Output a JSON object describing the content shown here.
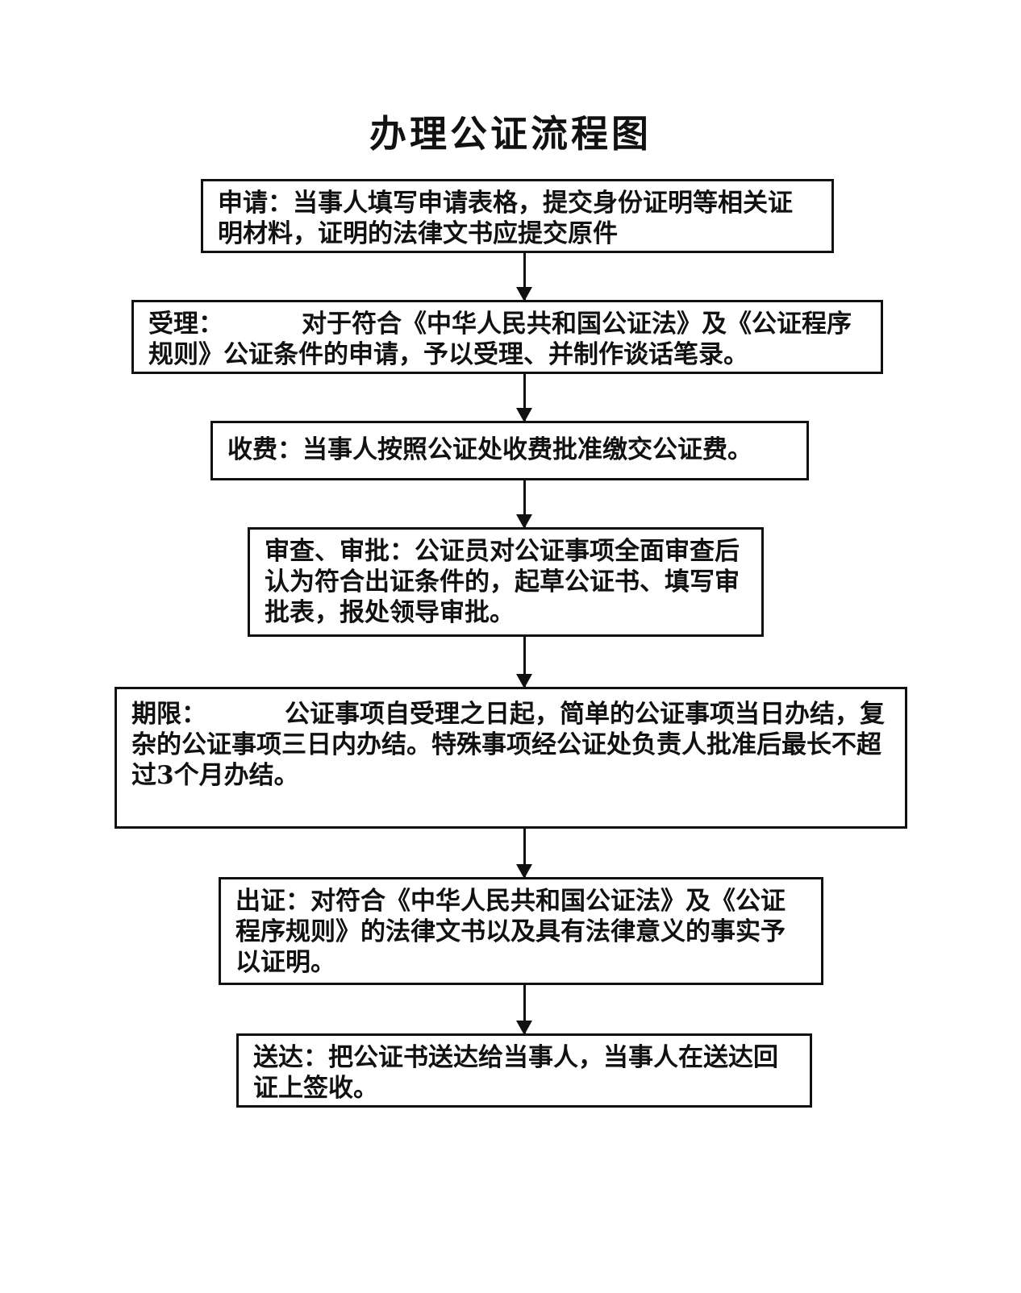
{
  "title": "办理公证流程图",
  "steps": [
    {
      "label": "申请：",
      "text": "当事人填写申请表格，提交身份证明等相关证明材料，证明的法律文书应提交原件"
    },
    {
      "label": "受理：",
      "text": "对于符合《中华人民共和国公证法》及《公证程序规则》公证条件的申请，予以受理、并制作谈话笔录。"
    },
    {
      "label": "收费：",
      "text": "当事人按照公证处收费批准缴交公证费。"
    },
    {
      "label": "审查、审批：",
      "text": "公证员对公证事项全面审查后认为符合出证条件的，起草公证书、填写审批表，报处领导审批。"
    },
    {
      "label": "期限：",
      "text": "公证事项自受理之日起，简单的公证事项当日办结，复杂的公证事项三日内办结。特殊事项经公证处负责人批准后最长不超过3个月办结。"
    },
    {
      "label": "出证：",
      "text": "对符合《中华人民共和国公证法》及《公证程序规则》的法律文书以及具有法律意义的事实予以证明。"
    },
    {
      "label": "送达：",
      "text": "把公证书送达给当事人，当事人在送达回证上签收。"
    }
  ]
}
